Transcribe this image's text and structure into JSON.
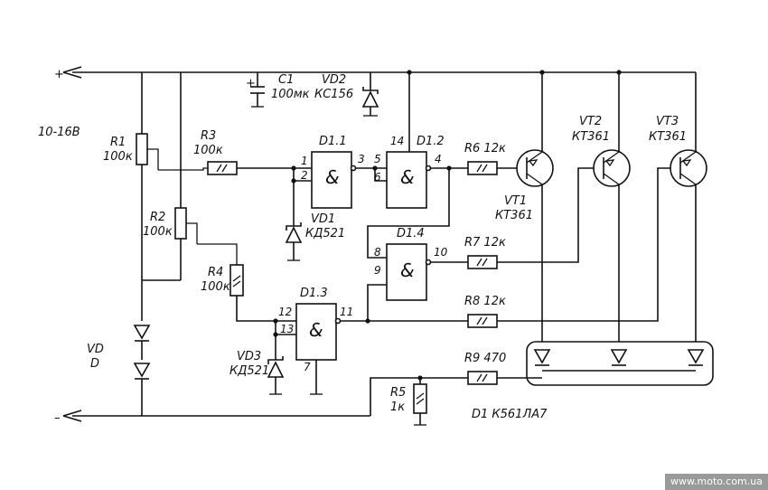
{
  "rails": {
    "plus": "+",
    "minus": "–",
    "supply": "10-16В"
  },
  "capacitor": {
    "ref": "C1",
    "value": "100мк",
    "polarity": "+"
  },
  "zener": {
    "ref": "VD2",
    "type": "КС156"
  },
  "resistors": {
    "r1": {
      "ref": "R1",
      "value": "100к"
    },
    "r2": {
      "ref": "R2",
      "value": "100к"
    },
    "r3": {
      "ref": "R3",
      "value": "100к"
    },
    "r4": {
      "ref": "R4",
      "value": "100к"
    },
    "r5": {
      "ref": "R5",
      "value": "1к"
    },
    "r6": {
      "label": "R6 12к"
    },
    "r7": {
      "label": "R7 12к"
    },
    "r8": {
      "label": "R8 12к"
    },
    "r9": {
      "label": "R9 470"
    }
  },
  "gates": {
    "d11": {
      "ref": "D1.1",
      "symbol": "&",
      "pins": [
        "1",
        "2",
        "3"
      ]
    },
    "d12": {
      "ref": "D1.2",
      "symbol": "&",
      "pins": [
        "14",
        "5",
        "6",
        "4"
      ]
    },
    "d13": {
      "ref": "D1.3",
      "symbol": "&",
      "pins": [
        "12",
        "13",
        "11",
        "7"
      ]
    },
    "d14": {
      "ref": "D1.4",
      "symbol": "&",
      "pins": [
        "8",
        "9",
        "10"
      ]
    }
  },
  "diodes": {
    "vd1": {
      "ref": "VD1",
      "type": "КД521"
    },
    "vd3": {
      "ref": "VD3",
      "type": "КД521"
    },
    "vd": {
      "ref": "VD",
      "sub": "D"
    }
  },
  "transistors": {
    "vt1": {
      "ref": "VT1",
      "type": "КТ361"
    },
    "vt2": {
      "ref": "VT2",
      "type": "КТ361"
    },
    "vt3": {
      "ref": "VT3",
      "type": "КТ361"
    }
  },
  "chip_note": "D1 К561ЛА7",
  "footer": "www.moto.com.ua"
}
